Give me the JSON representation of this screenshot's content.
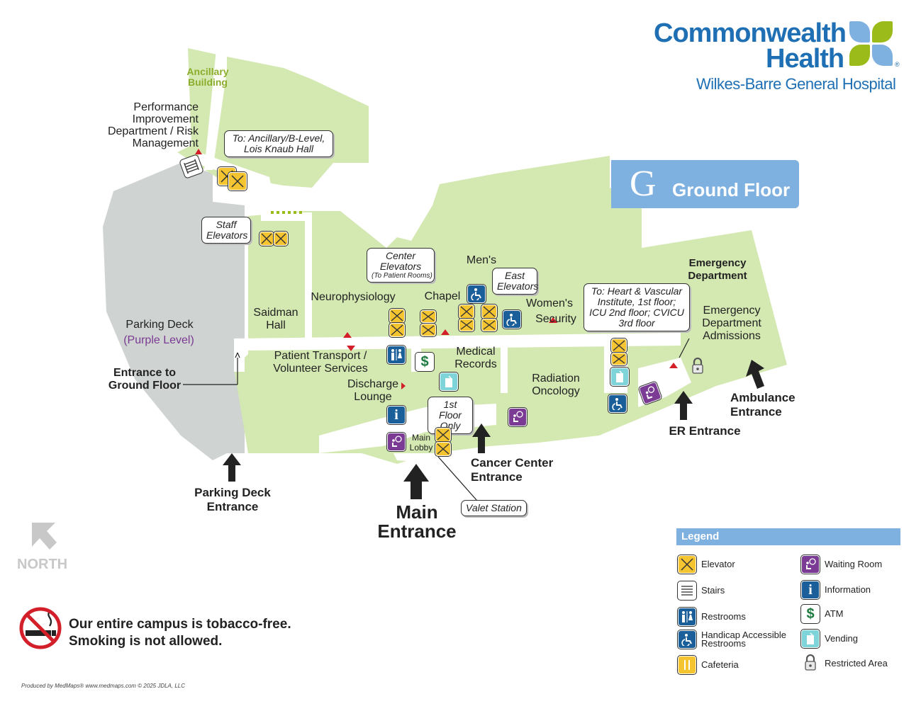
{
  "brand": {
    "name_line1": "Commonwealth",
    "name_line2": "Health",
    "registered": "®",
    "subtitle": "Wilkes-Barre General Hospital"
  },
  "floor": {
    "letter": "G",
    "name": "Ground Floor"
  },
  "buildings": {
    "ancillary": "Ancillary Building",
    "parking_deck": "Parking Deck",
    "parking_level": "(Purple Level)"
  },
  "locations": {
    "performance": "Performance Improvement Department / Risk Management",
    "saidman": "Saidman Hall",
    "neurophysiology": "Neurophysiology",
    "chapel": "Chapel",
    "mens": "Men's",
    "womens": "Women's",
    "security": "Security",
    "patient_transport": "Patient Transport / Volunteer Services",
    "medical_records": "Medical Records",
    "discharge_lounge": "Discharge Lounge",
    "radiation_oncology": "Radiation Oncology",
    "main_lobby": "Main Lobby",
    "emergency_dept": "Emergency Department",
    "emergency_admissions": "Emergency Department Admissions"
  },
  "callouts": {
    "ancillary": "To: Ancillary/B-Level, Lois Knaub Hall",
    "staff_elevators": "Staff Elevators",
    "center_elevators": "Center Elevators",
    "center_elevators_note": "(To Patient Rooms)",
    "east_elevators": "East Elevators",
    "heart": "To: Heart & Vascular Institute, 1st floor; ICU 2nd floor; CVICU 3rd floor",
    "first_floor_only": "1st Floor Only",
    "valet": "Valet Station"
  },
  "entrances": {
    "ground_floor": "Entrance to Ground Floor",
    "parking_deck": "Parking Deck Entrance",
    "main": "Main Entrance",
    "cancer_center": "Cancer Center Entrance",
    "er": "ER Entrance",
    "ambulance": "Ambulance Entrance"
  },
  "north": "NORTH",
  "notice": {
    "line1": "Our entire campus is tobacco-free.",
    "line2": "Smoking is not allowed."
  },
  "credit": "Produced by MedMaps® www.medmaps.com © 2025 JDLA, LLC",
  "legend": {
    "title": "Legend",
    "items": [
      {
        "icon": "elevator-icon",
        "label": "Elevator"
      },
      {
        "icon": "stairs-icon",
        "label": "Stairs"
      },
      {
        "icon": "restrooms-icon",
        "label": "Restrooms"
      },
      {
        "icon": "handicap-icon",
        "label": "Handicap Accessible Restrooms"
      },
      {
        "icon": "cafeteria-icon",
        "label": "Cafeteria"
      },
      {
        "icon": "waiting-room-icon",
        "label": "Waiting Room"
      },
      {
        "icon": "information-icon",
        "label": "Information"
      },
      {
        "icon": "atm-icon",
        "label": "ATM"
      },
      {
        "icon": "vending-icon",
        "label": "Vending"
      },
      {
        "icon": "restricted-area-icon",
        "label": "Restricted Area"
      }
    ]
  },
  "colors": {
    "building": "#d4e8b2",
    "parking": "#cfd3d1",
    "corridor": "#ffffff",
    "brand_blue": "#1e6fb3",
    "brand_green": "#9bbb1a",
    "floor_banner": "#7fb1e0",
    "elevator": "#f5c431",
    "info_blue": "#1b5f9a",
    "waiting_purple": "#7b3a93",
    "vending_teal": "#7fd4d9",
    "entrance_arrow": "#222222"
  }
}
